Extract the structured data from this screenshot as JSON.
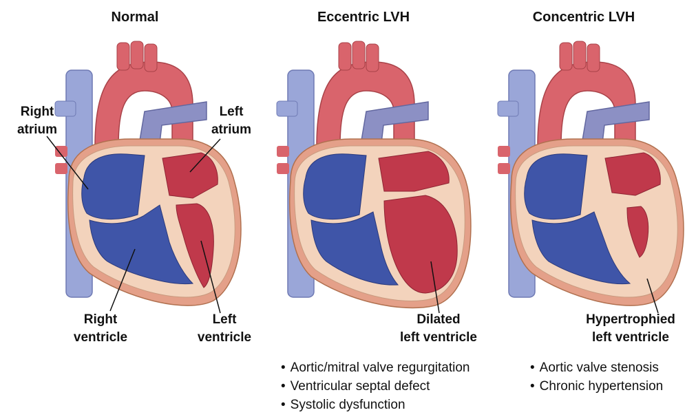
{
  "panels": [
    {
      "title": "Normal",
      "labels": {
        "right_atrium": [
          "Right",
          "atrium"
        ],
        "left_atrium": [
          "Left",
          "atrium"
        ],
        "right_ventricle": [
          "Right",
          "ventricle"
        ],
        "left_ventricle": [
          "Left",
          "ventricle"
        ]
      }
    },
    {
      "title": "Eccentric LVH",
      "label": [
        "Dilated",
        "left ventricle"
      ],
      "causes": [
        "Aortic/mitral valve regurgitation",
        "Ventricular septal defect",
        "Systolic dysfunction"
      ]
    },
    {
      "title": "Concentric LVH",
      "label": [
        "Hypertrophied",
        "left ventricle"
      ],
      "causes": [
        "Aortic valve stenosis",
        "Chronic hypertension"
      ]
    }
  ],
  "colors": {
    "oxygenated": "#c0394b",
    "aorta": "#d9646c",
    "deoxygenated": "#3f55a8",
    "vena_cava": "#9aa6d8",
    "pulmonary": "#8c90c4",
    "myocardium": "#f3d3bc",
    "epicardium": "#e4a089"
  }
}
